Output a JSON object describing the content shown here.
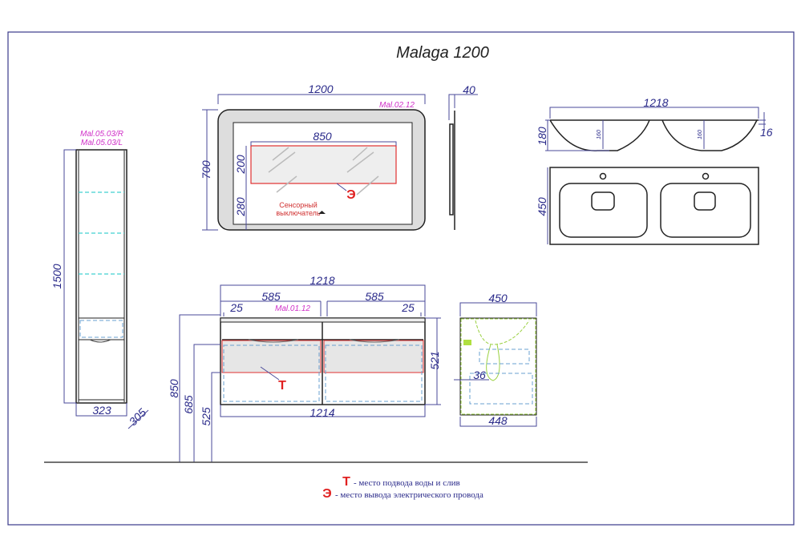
{
  "title": "Malaga 1200",
  "mirror": {
    "model": "Mal.02.12",
    "width": "1200",
    "height": "700",
    "depth": "40",
    "lamp_width": "850",
    "lamp_height": "200",
    "lamp_offset": "280",
    "sensor_line1": "Сенсорный",
    "sensor_line2": "выключатель",
    "electric_mark": "Э"
  },
  "sink": {
    "width": "1218",
    "height": "180",
    "depth": "450",
    "rim": "16",
    "bowl_depth_left": "160",
    "bowl_depth_right": "160"
  },
  "vanity": {
    "model": "Mal.01.12",
    "width_top": "1218",
    "section_left": "585",
    "section_right": "585",
    "offset_left": "25",
    "offset_right": "25",
    "height": "521",
    "width_bottom": "1214",
    "mount_850": "850",
    "mount_685": "685",
    "mount_525": "525",
    "water_mark": "Т"
  },
  "vanity_side": {
    "depth_top": "450",
    "depth_bottom": "448",
    "offset": "36"
  },
  "tall_cabinet": {
    "model_r": "Mal.05.03/R",
    "model_l": "Mal.05.03/L",
    "height": "1500",
    "width": "323",
    "depth": "305"
  },
  "legend": {
    "t_mark": "Т",
    "t_text": "- место подвода воды и слив",
    "e_mark": "Э",
    "e_text": "- место вывода электрического провода"
  }
}
